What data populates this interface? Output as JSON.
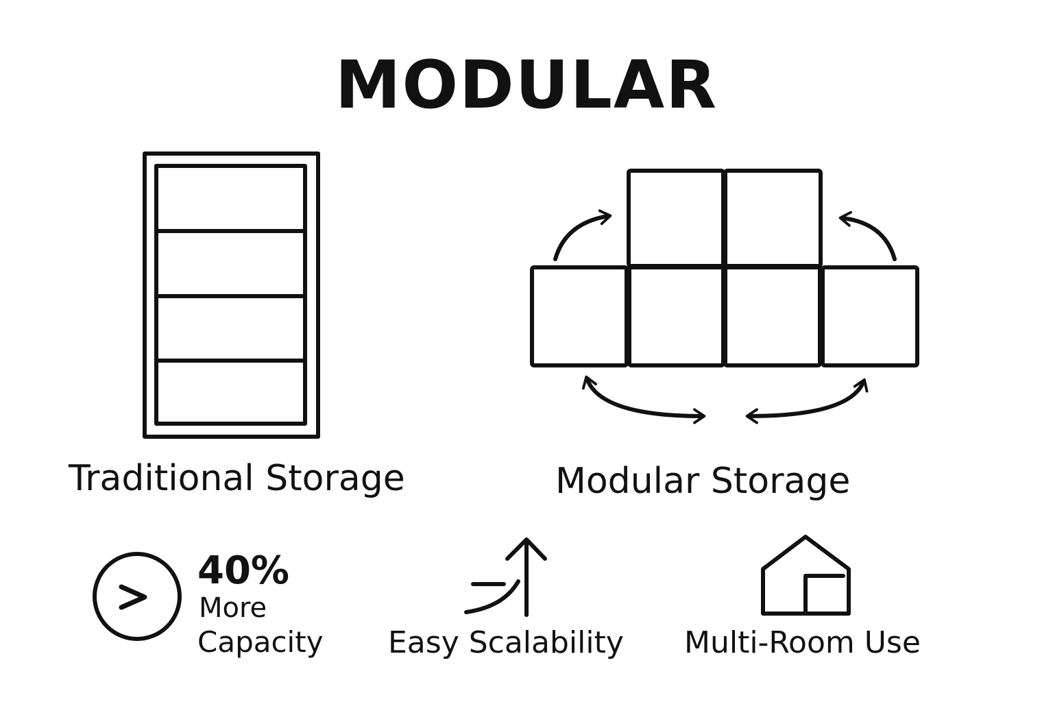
{
  "title": "MODULAR",
  "panels": {
    "traditional": {
      "label": "Traditional Storage"
    },
    "modular": {
      "label": "Modular Storage"
    }
  },
  "benefits": [
    {
      "icon": "chevron-circle-icon",
      "value": "40%",
      "line1": "More",
      "line2": "Capacity"
    },
    {
      "icon": "growth-arrow-icon",
      "label": "Easy Scalability"
    },
    {
      "icon": "house-icon",
      "label": "Multi-Room Use"
    }
  ]
}
